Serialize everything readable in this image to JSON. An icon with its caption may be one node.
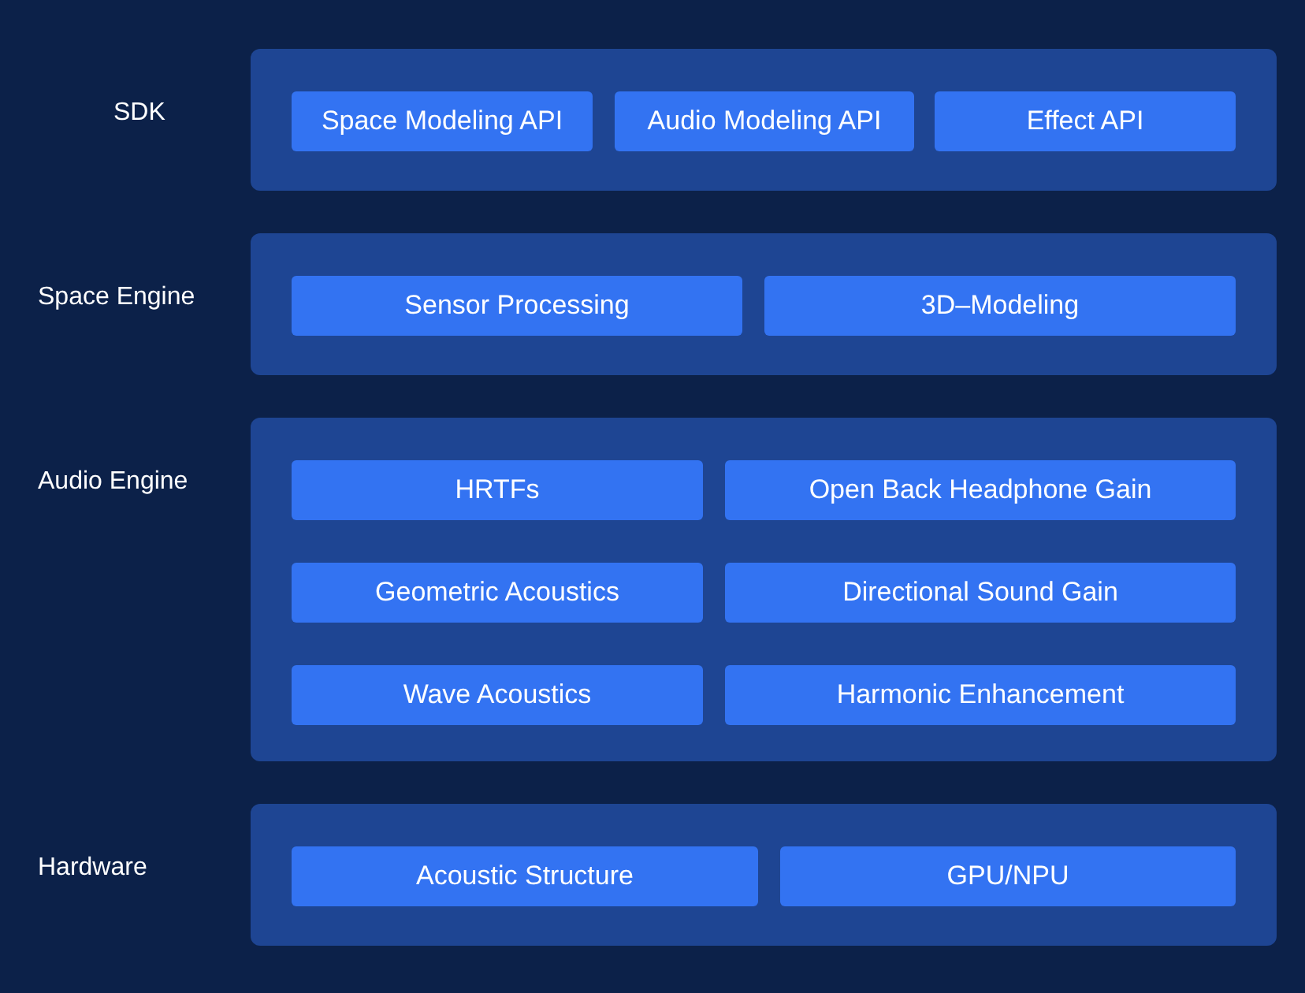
{
  "diagram": {
    "nodes": [
      {
        "text": [
          "SDK"
        ]
      },
      {
        "text": [
          "Space Modeling API"
        ],
        "in": 0
      },
      {
        "text": [
          "Audio Modeling API"
        ],
        "in": 0
      },
      {
        "text": [
          "Effect API"
        ],
        "in": 0
      },
      {
        "text": [
          "Space Engine"
        ]
      },
      {
        "text": [
          "Sensor Processing"
        ],
        "in": 4
      },
      {
        "text": [
          "3D–Modeling"
        ],
        "in": 4
      },
      {
        "text": [
          "Audio Engine"
        ]
      },
      {
        "text": [
          "HRTFs"
        ],
        "in": 7
      },
      {
        "text": [
          "Open Back Headphone Gain"
        ],
        "in": 7
      },
      {
        "text": [
          "Geometric Acoustics"
        ],
        "in": 7
      },
      {
        "text": [
          "Directional Sound Gain"
        ],
        "in": 7
      },
      {
        "text": [
          "Wave Acoustics"
        ],
        "in": 7
      },
      {
        "text": [
          "Harmonic Enhancement"
        ],
        "in": 7
      },
      {
        "text": [
          "Hardware"
        ]
      },
      {
        "text": [
          "Acoustic Structure"
        ],
        "in": 14
      },
      {
        "text": [
          "GPU/NPU"
        ],
        "in": 14
      }
    ]
  }
}
